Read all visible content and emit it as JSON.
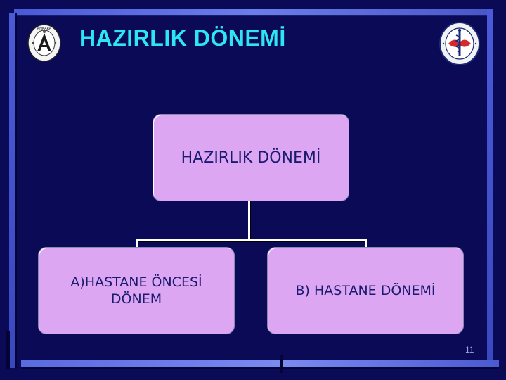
{
  "slide": {
    "title": "HAZIRLIK DÖNEMİ",
    "page_number": "11"
  },
  "diagram": {
    "root": "HAZIRLIK DÖNEMİ",
    "children": [
      "A)HASTANE ÖNCESİ DÖNEM",
      "B) HASTANE DÖNEMİ"
    ]
  },
  "logos": {
    "left": {
      "name": "ankara-university-seal",
      "text": "ANKARA"
    },
    "right": {
      "name": "medical-emblem-seal"
    }
  },
  "colors": {
    "background": "#0b0a57",
    "title": "#2ee6f2",
    "box_fill": "#dca6f2",
    "box_text": "#1a1a6e",
    "connector": "#ffffff"
  }
}
